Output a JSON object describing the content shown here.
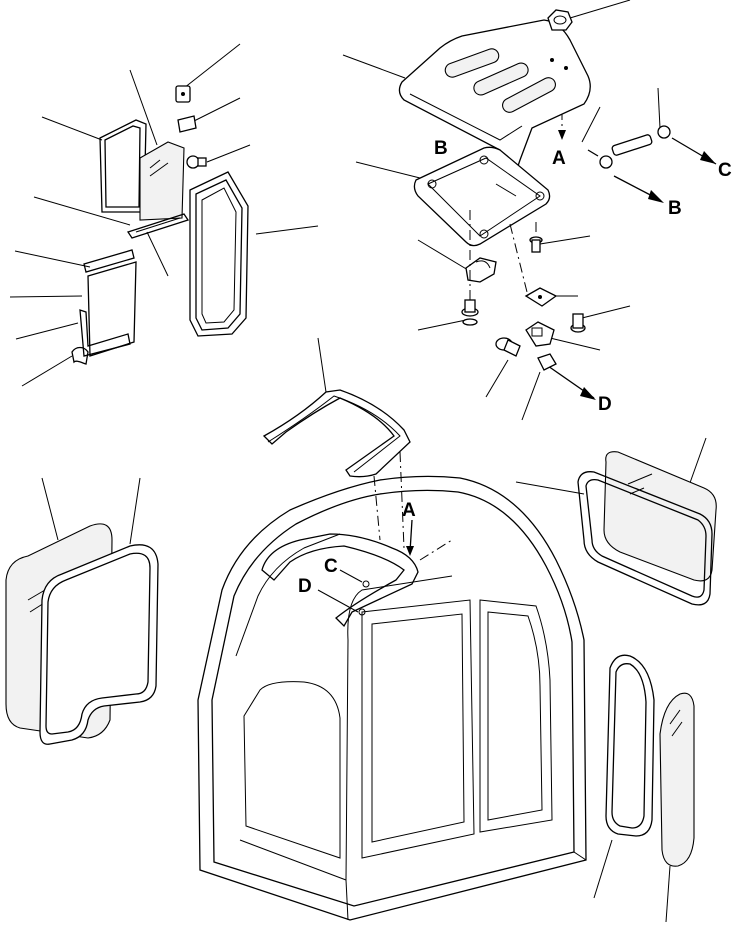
{
  "callouts": {
    "top_a": "A",
    "top_b": "B",
    "top_c": "C",
    "top_b_plate": "B",
    "top_d": "D",
    "cab_a": "A",
    "cab_c": "C",
    "cab_d": "D"
  }
}
